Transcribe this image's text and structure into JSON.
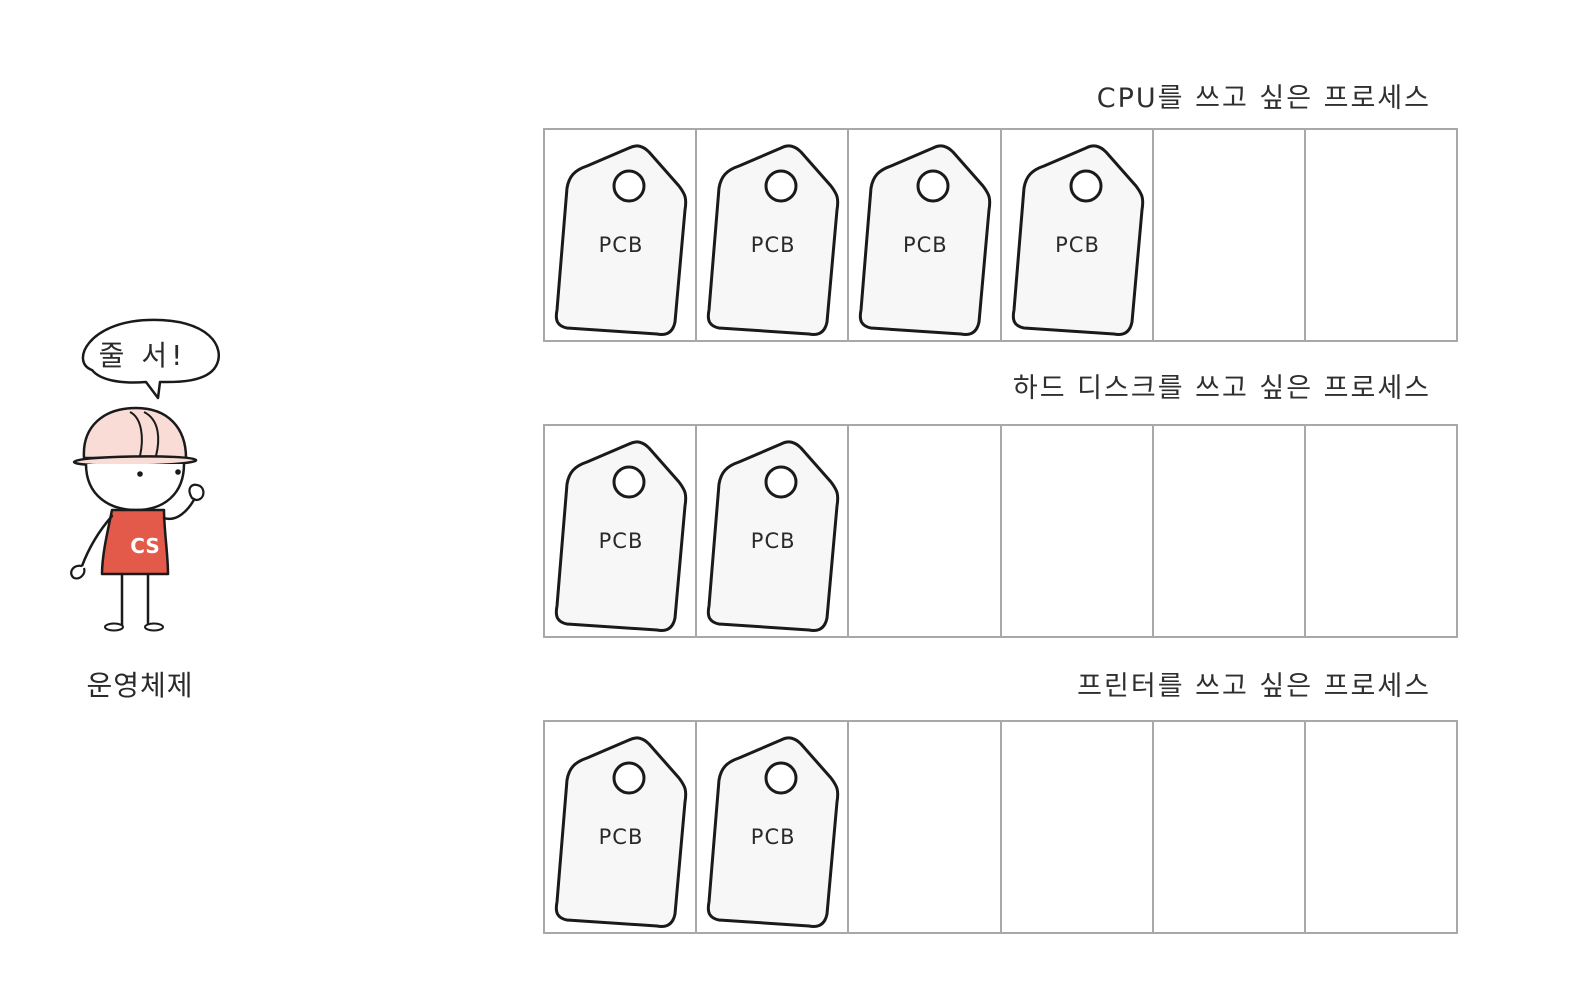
{
  "character": {
    "speech": "줄 서!",
    "shirt_text": "CS",
    "label": "운영체제",
    "colors": {
      "hat": "#f9dcd6",
      "shirt": "#e35a4a"
    }
  },
  "queues": [
    {
      "title": "CPU를 쓰고 싶은 프로세스",
      "slots": 6,
      "filled": 4,
      "item_label": "PCB"
    },
    {
      "title": "하드 디스크를 쓰고 싶은 프로세스",
      "slots": 6,
      "filled": 2,
      "item_label": "PCB"
    },
    {
      "title": "프린터를 쓰고 싶은 프로세스",
      "slots": 6,
      "filled": 2,
      "item_label": "PCB"
    }
  ],
  "colors": {
    "slot_border": "#a8a8a8",
    "tag_fill": "#f7f7f7",
    "tag_stroke": "#1a1a1a"
  }
}
